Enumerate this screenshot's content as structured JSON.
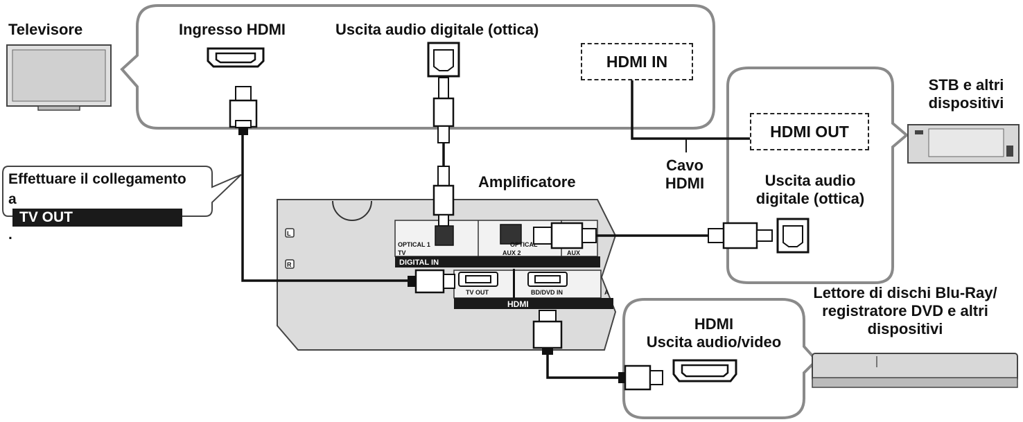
{
  "labels": {
    "televisore": "Televisore",
    "ingresso_hdmi": "Ingresso HDMI",
    "uscita_audio_digitale_tv": "Uscita audio digitale (ottica)",
    "hdmi_in": "HDMI IN",
    "stb_line1": "STB e altri",
    "stb_line2": "dispositivi",
    "hdmi_out": "HDMI OUT",
    "cavo_line1": "Cavo",
    "cavo_line2": "HDMI",
    "uscita_audio_stb_line1": "Uscita audio",
    "uscita_audio_stb_line2": "digitale (ottica)",
    "amplificatore": "Amplificatore",
    "effettuare_line1": "Effettuare il collegamento",
    "effettuare_prefix": "a",
    "effettuare_chip": "TV OUT",
    "effettuare_suffix": ".",
    "hdmi_player_line1": "HDMI",
    "hdmi_player_line2": "Uscita audio/video",
    "lettore_line1": "Lettore di dischi Blu-Ray/",
    "lettore_line2": "registratore DVD e altri",
    "lettore_line3": "dispositivi"
  },
  "panel": {
    "optical1": "OPTICAL 1",
    "tv": "TV",
    "optical_partial": "OPTICAL",
    "aux2": "AUX 2",
    "aux_partial": "AUX",
    "digital_in": "DIGITAL IN",
    "tv_out": "TV OUT",
    "bd_dvd_in": "BD/DVD IN",
    "a_partial": "A",
    "hdmi_logo": "HDMI",
    "l": "L",
    "r": "R"
  },
  "colors": {
    "outline": "#111111",
    "bubble_border": "#8a8a8a",
    "panel_fill": "#dcdcdc",
    "device_fill": "#d8d8d8",
    "dark_band": "#1a1a1a"
  }
}
